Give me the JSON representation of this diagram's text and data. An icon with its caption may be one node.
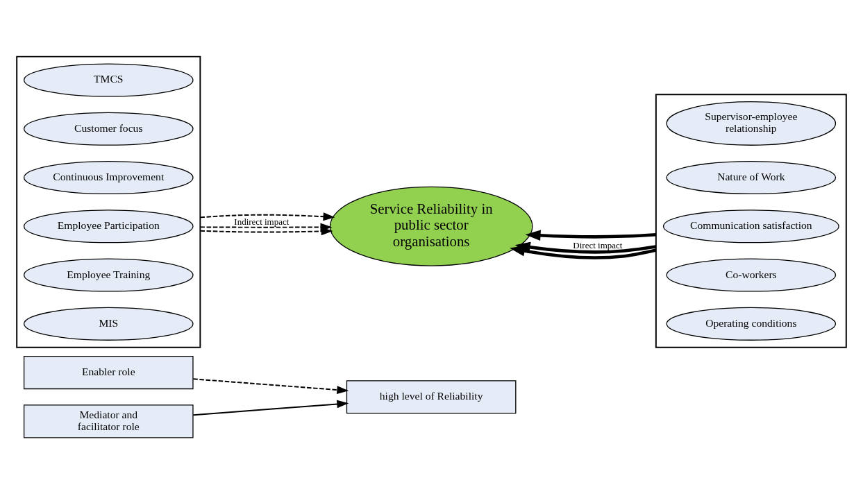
{
  "diagram": {
    "nodes": [
      {
        "text": [
          "Enabler role"
        ]
      },
      {
        "text": [
          "Mediator and facilitator role"
        ]
      },
      {
        "text": [],
        "shape": "box"
      },
      {
        "text": [
          "TMCS"
        ],
        "in": 2
      },
      {
        "text": [
          "Customer focus"
        ],
        "in": 2
      },
      {
        "text": [
          "Continuous Improvement"
        ],
        "in": 2
      },
      {
        "text": [
          "Employee Participation"
        ],
        "in": 2
      },
      {
        "text": [
          "Employee Training"
        ],
        "in": 2
      },
      {
        "text": [
          "MIS"
        ],
        "in": 2
      },
      {
        "text": [
          "high level of Reliability"
        ]
      },
      {
        "text": [
          "Service Reliability in public sector organisations"
        ]
      },
      {
        "text": [],
        "shape": "box"
      },
      {
        "text": [
          "Supervisor-employee relationship"
        ],
        "in": 11
      },
      {
        "text": [
          "Nature of Work"
        ],
        "in": 11
      },
      {
        "text": [
          "Communication satisfaction"
        ],
        "in": 11
      },
      {
        "text": [
          "Co-workers"
        ],
        "in": 11
      },
      {
        "text": [
          "Operating conditions"
        ],
        "in": 11
      }
    ],
    "edges": [
      {
        "from": 0,
        "to": 9,
        "arrow": "to",
        "style": "dashed"
      },
      {
        "from": 1,
        "to": 9,
        "arrow": "to"
      },
      {
        "from": 2,
        "to": 10,
        "arrow": "to",
        "style": "dashed"
      },
      {
        "from": 11,
        "to": 10,
        "arrow": "to",
        "style": "thick"
      },
      {
        "from": 2,
        "to": 10,
        "arrow": "to",
        "style": "dashed",
        "label": "Indirect impact"
      },
      {
        "from": 11,
        "to": 10,
        "arrow": "to",
        "style": "thick",
        "label": "Direct impact"
      },
      {
        "from": 2,
        "to": 10,
        "arrow": "to",
        "style": "dashed"
      },
      {
        "from": 11,
        "to": 10,
        "arrow": "to",
        "style": "thick"
      }
    ]
  }
}
